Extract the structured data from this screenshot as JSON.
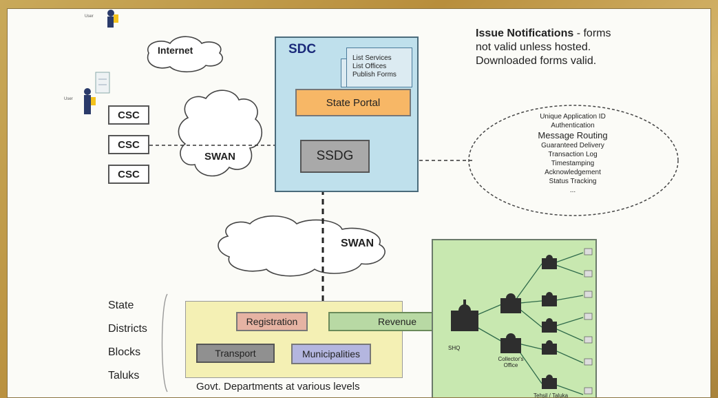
{
  "labels": {
    "internet": "Internet",
    "sdc": "SDC",
    "state_portal": "State Portal",
    "ssdg": "SSDG",
    "swan_left": "SWAN",
    "swan_center": "SWAN",
    "csc": [
      "CSC",
      "CSC",
      "CSC"
    ],
    "sdc_menu": [
      "List Services",
      "List Offices",
      "Publish Forms"
    ],
    "user_top": "User",
    "user_left": "User"
  },
  "notice": {
    "title": "Issue Notifications",
    "line1_rest": " - forms",
    "line2": "not valid unless hosted.",
    "line3": "Downloaded forms valid."
  },
  "ssdg_features": [
    "Unique Application ID",
    "Authentication",
    "Message Routing",
    "Guaranteed Delivery",
    "Transaction Log",
    "Timestamping",
    "Acknowledgement",
    "Status Tracking",
    "..."
  ],
  "levels": [
    "State",
    "Districts",
    "Blocks",
    "Taluks"
  ],
  "departments": {
    "caption": "Govt. Departments at various levels",
    "registration": "Registration",
    "revenue": "Revenue",
    "transport": "Transport",
    "municipalities": "Municipalities"
  },
  "hierarchy": {
    "shq": "SHQ",
    "collector_line1": "Collector's",
    "collector_line2": "Office",
    "tehsil": "Tehsil / Taluka"
  },
  "colors": {
    "sdc_fill": "#bfe0ec",
    "portal_fill": "#f7b766",
    "ssdg_fill": "#a9a9a9",
    "dept_fill": "#f4f0b4",
    "registration_fill": "#e6b3a3",
    "revenue_fill": "#b8d9a4",
    "transport_fill": "#909090",
    "municipalities_fill": "#b4b6df",
    "green_panel": "#c8e8b0"
  }
}
